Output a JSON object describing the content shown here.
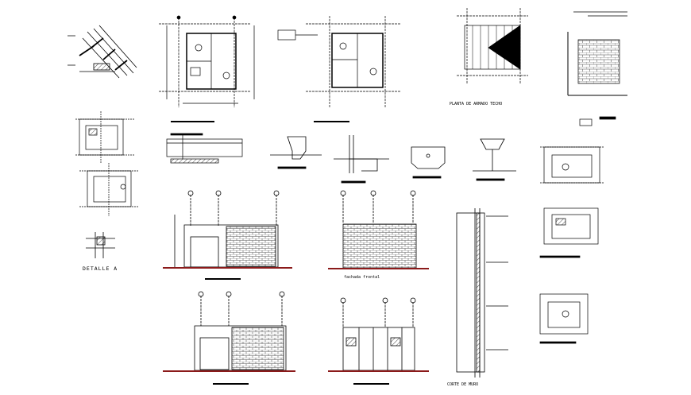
{
  "sheet": {
    "labels": {
      "detail_a": "DETALLE A",
      "roof_plan": "PLANTA DE ARMADO TECHO",
      "section": "CORTE DE MURO",
      "elevation_front": "fachada frontal"
    },
    "colors": {
      "ink": "#000000",
      "ground_line": "#8b1a1a",
      "brick": "#555555"
    }
  }
}
